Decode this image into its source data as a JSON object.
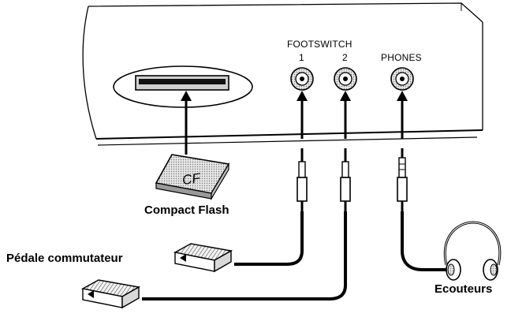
{
  "panel": {
    "footswitch_label": "FOOTSWITCH",
    "jack1_label": "1",
    "jack2_label": "2",
    "phones_label": "PHONES"
  },
  "card": {
    "text": "CF",
    "caption": "Compact Flash"
  },
  "pedal": {
    "caption": "Pédale commutateur"
  },
  "headphones": {
    "caption": "Ecouteurs"
  },
  "icons": [
    "compact-flash-card-icon",
    "foot-switch-pedal-icon",
    "headphones-icon",
    "phone-plug-icon",
    "jack-socket-icon"
  ]
}
